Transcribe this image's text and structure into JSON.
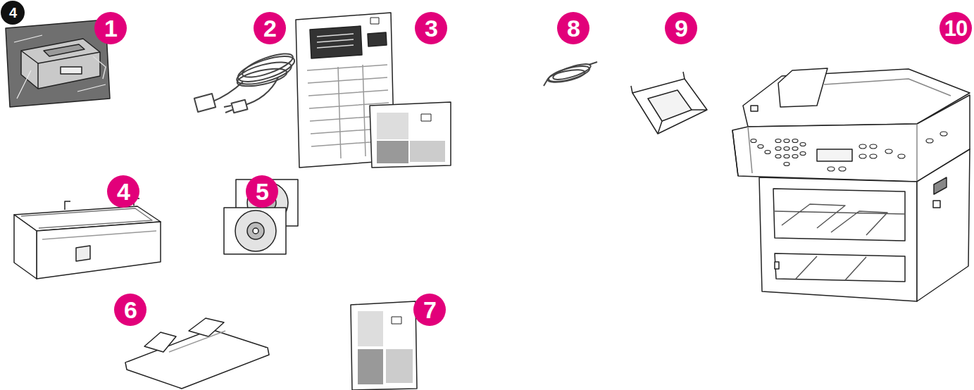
{
  "diagram": {
    "labels": [
      "4",
      "1",
      "2",
      "3",
      "4",
      "5",
      "6",
      "7",
      "8",
      "9",
      "10"
    ]
  }
}
